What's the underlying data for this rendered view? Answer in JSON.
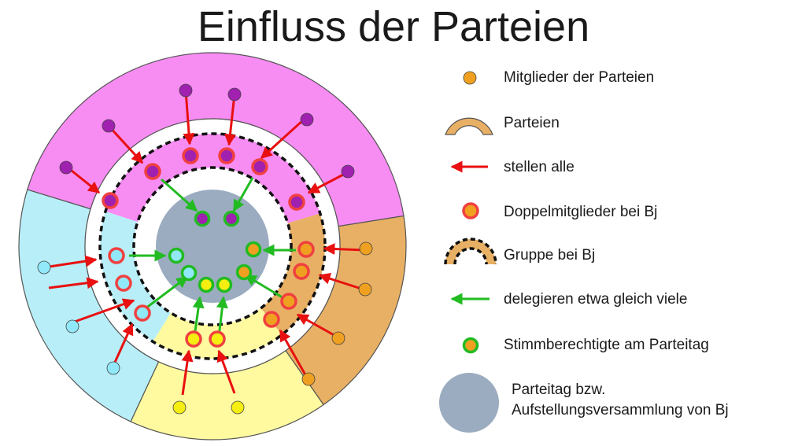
{
  "title": "Einfluss der Parteien",
  "colors": {
    "magenta_party": "#F78CF3",
    "cyan_party": "#B8EEF8",
    "yellow_party": "#FFFAA0",
    "orange_party": "#E8B064",
    "parteitag": "#9BACC0",
    "member_magenta": "#A020B0",
    "member_orange": "#F0A020",
    "member_yellow": "#F5EE10",
    "member_cyan": "#90E8F8",
    "arrow_red": "#E81010",
    "arrow_green": "#22BB22",
    "double_ring": "#F04040"
  },
  "legend": {
    "members": "Mitglieder der Parteien",
    "parties": "Parteien",
    "provide_all": "stellen alle",
    "double_members": "Doppelmitglieder bei Bj",
    "group": "Gruppe bei Bj",
    "delegate": "delegieren etwa gleich viele",
    "voting": "Stimmberechtigte am Parteitag",
    "convention_line1": "Parteitag bzw.",
    "convention_line2": "Aufstellungsversammlung von Bj"
  },
  "icons": {
    "members": "orange-dot-icon",
    "parties": "orange-arc-icon",
    "provide_all": "red-arrow-icon",
    "double_members": "red-ring-dot-icon",
    "group": "dashed-arc-icon",
    "delegate": "green-arrow-icon",
    "voting": "green-ring-dot-icon",
    "convention": "gray-circle-icon"
  }
}
